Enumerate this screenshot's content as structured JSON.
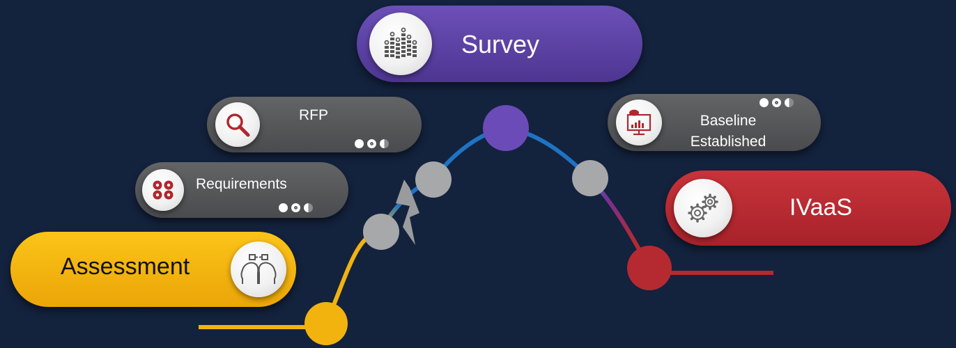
{
  "steps": {
    "survey": {
      "label": "Survey",
      "icon": "bar-chart-icon",
      "color": "#5b3fa6"
    },
    "rfp": {
      "label": "RFP",
      "icon": "magnifier-icon",
      "color": "#57585b"
    },
    "requirements": {
      "label": "Requirements",
      "icon": "gears-cluster-icon",
      "color": "#57585b"
    },
    "assessment": {
      "label": "Assessment",
      "icon": "heads-plug-icon",
      "color": "#f2b30f"
    },
    "baseline": {
      "label_line1": "Baseline",
      "label_line2": "Established",
      "icon": "monitor-chart-icon",
      "color": "#57585b"
    },
    "ivaas": {
      "label": "IVaaS",
      "icon": "gears-icon",
      "color": "#b52a31"
    }
  },
  "colors": {
    "background": "#13223d",
    "path_yellow": "#f2b30f",
    "path_blue": "#1f73c2",
    "path_purple": "#6b4bb8",
    "path_red": "#b52a31",
    "node_gray": "#a7a8aa"
  }
}
